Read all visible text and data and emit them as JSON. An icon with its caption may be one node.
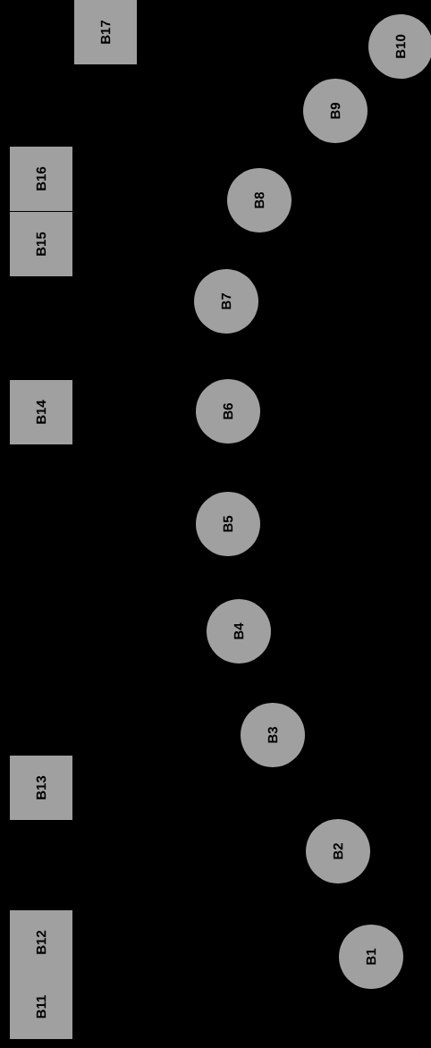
{
  "diagram": {
    "nodes": [
      {
        "text": [
          "B1"
        ]
      },
      {
        "text": [
          "B2"
        ]
      },
      {
        "text": [
          "B3"
        ]
      },
      {
        "text": [
          "B4"
        ]
      },
      {
        "text": [
          "B5"
        ]
      },
      {
        "text": [
          "B6"
        ]
      },
      {
        "text": [
          "B7"
        ]
      },
      {
        "text": [
          "B8"
        ]
      },
      {
        "text": [
          "B9"
        ]
      },
      {
        "text": [
          "B10"
        ]
      },
      {
        "text": [
          "B11"
        ]
      },
      {
        "text": [
          "B12"
        ]
      },
      {
        "text": [
          "B13"
        ]
      },
      {
        "text": [
          "B14"
        ]
      },
      {
        "text": [
          "B15"
        ]
      },
      {
        "text": [
          "B16"
        ]
      },
      {
        "text": [
          "B17"
        ]
      }
    ]
  }
}
